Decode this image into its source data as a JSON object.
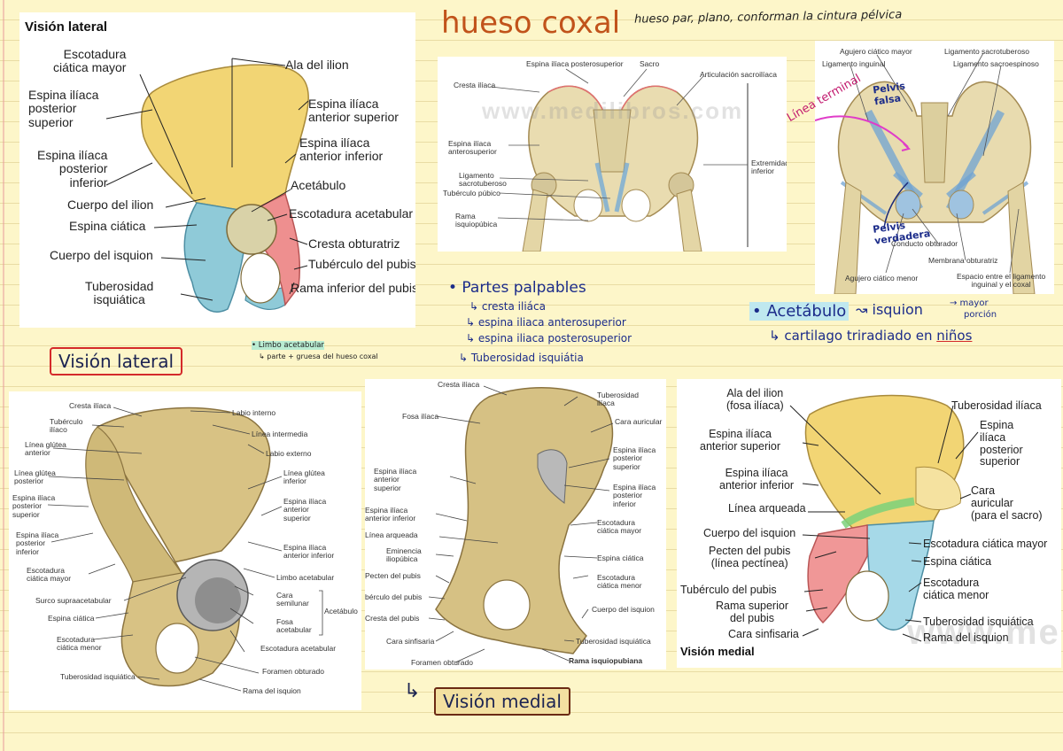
{
  "page": {
    "title": "hueso coxal",
    "subtitle_note": "hueso par, plano, conforman la cintura pélvica"
  },
  "notes": {
    "vision_lateral": "Visión lateral",
    "limbo_note_1": "• Limbo acetabular",
    "limbo_note_2": "↳ parte + gruesa del hueso coxal",
    "partes_title": "• Partes palpables",
    "partes_items": [
      "↳ cresta iliáca",
      "↳ espina iliaca anterosuperior",
      "↳ espina iliaca posterosuperior",
      "↳ Tuberosidad isquiátia"
    ],
    "acetabulo_title": "• Acetábulo",
    "acetabulo_arrow": "↝ isquion",
    "acetabulo_mayor": "→ mayor",
    "acetabulo_porcion": "porción",
    "acetabulo_line2_a": "↳ cartilago triradiado en ",
    "acetabulo_line2_b": "niños",
    "vision_medial": "Visión medial",
    "vision_medial_arrow": "↳",
    "linea_terminal": "Línea terminal",
    "pelvis_falsa": "Pelvis falsa",
    "pelvis_verdadera": "Pelvis verdadera"
  },
  "panel1": {
    "title": "Visión lateral",
    "labels": {
      "escotadura_mayor": "Escotadura\nciática mayor",
      "ala_ilion": "Ala del ilion",
      "eip_sup": "Espina ilíaca\nposterior\nsuperior",
      "eia_sup": "Espina ilíaca\nanterior superior",
      "eip_inf": "Espina ilíaca\nposterior\ninferior",
      "eia_inf": "Espina ilíaca\nanterior inferior",
      "acetabulo": "Acetábulo",
      "cuerpo_ilion": "Cuerpo del ilion",
      "escotadura_acet": "Escotadura acetabular",
      "espina_ciatica": "Espina ciática",
      "cresta_obt": "Cresta obturatriz",
      "cuerpo_isquion": "Cuerpo del isquion",
      "tuberculo_pubis": "Tubérculo del pubis",
      "tuberosidad": "Tuberosidad\nisquiática",
      "rama_inf": "Rama inferior del pubis"
    }
  },
  "panel2": {
    "watermark": "www.medilibros.com",
    "labels": {
      "eips": "Espina ilíaca posterosuperior",
      "sacro": "Sacro",
      "art_sacro": "Articulación sacroilíaca",
      "cresta": "Cresta ilíaca",
      "eias": "Espina ilíaca\nanterosuperior",
      "extremidad": "Extremidad\ninferior",
      "lig_sacro": "Ligamento\nsacrotuberoso",
      "tub_pubico": "Tubérculo púbico",
      "rama": "Rama\nisquiopúbica"
    }
  },
  "panel3": {
    "labels": {
      "agujero_mayor": "Agujero ciático mayor",
      "lig_sacrotub": "Ligamento sacrotuberoso",
      "lig_inguinal": "Ligamento inguinal",
      "lig_sacroesp": "Ligamento sacroespinoso",
      "conducto": "Conducto obturador",
      "membrana": "Membrana obturatriz",
      "agujero_menor": "Agujero ciático menor",
      "espacio": "Espacio entre el ligamento\ninguinal y el coxal"
    }
  },
  "panel4": {
    "labels": {
      "cresta": "Cresta ilíaca",
      "labio_int": "Labio interno",
      "tuberculo": "Tubérculo\nilíaco",
      "linea_int": "Línea intermedia",
      "glutea_ant": "Línea glútea\nanterior",
      "labio_ext": "Labio externo",
      "glutea_post": "Línea glútea\nposterior",
      "glutea_inf": "Línea glútea\ninferior",
      "eips": "Espina ilíaca\nposterior\nsuperior",
      "eias": "Espina ilíaca\nanterior\nsuperior",
      "eipi": "Espina ilíaca\nposterior\ninferior",
      "eiai": "Espina ilíaca\nanterior inferior",
      "esc_mayor": "Escotadura\nciática mayor",
      "limbo": "Limbo acetabular",
      "surco": "Surco supraacetabular",
      "cara_semi": "Cara\nsemilunar",
      "acetabulo": "Acetábulo",
      "espina": "Espina ciática",
      "fosa": "Fosa\nacetabular",
      "esc_menor": "Escotadura\nciática menor",
      "esc_acet": "Escotadura acetabular",
      "foramen": "Foramen obturado",
      "tuberosidad": "Tuberosidad isquiática",
      "rama": "Rama del isquion"
    }
  },
  "panel5": {
    "labels": {
      "cresta": "Cresta ilíaca",
      "tuberosidad_il": "Tuberosidad\nilíaca",
      "fosa": "Fosa ilíaca",
      "cara_aur": "Cara auricular",
      "eips": "Espina ilíaca\nposterior\nsuperior",
      "eias": "Espina ilíaca\nanterior\nsuperior",
      "eipi": "Espina ilíaca\nposterior\ninferior",
      "eiai": "Espina ilíaca\nanterior inferior",
      "arqueada": "Línea arqueada",
      "esc_mayor": "Escotadura\nciática mayor",
      "eminencia": "Eminencia\niliopúbica",
      "espina": "Espina ciática",
      "pecten": "Pecten del pubis",
      "esc_menor": "Escotadura\nciática menor",
      "tub_pubis": "bérculo del pubis",
      "cuerpo": "Cuerpo del isquion",
      "cresta_pubis": "Cresta del pubis",
      "sinfisaria": "Cara sinfisaria",
      "tuberosidad": "Tuberosidad isquiática",
      "foramen": "Foramen obturado",
      "rama": "Rama isquiopubiana"
    }
  },
  "panel6": {
    "title": "Visión medial",
    "watermark": "www.medi",
    "labels": {
      "ala": "Ala del ilion\n(fosa ilíaca)",
      "tuberosidad_il": "Tuberosidad ilíaca",
      "eias": "Espina ilíaca\nanterior superior",
      "eips": "Espina\nilíaca\nposterior\nsuperior",
      "eiai": "Espina ilíaca\nanterior inferior",
      "arqueada": "Línea arqueada",
      "cara_aur": "Cara\nauricular\n(para el sacro)",
      "cuerpo": "Cuerpo del isquion",
      "esc_mayor": "Escotadura ciática mayor",
      "pecten": "Pecten del pubis\n(línea pectínea)",
      "espina": "Espina ciática",
      "tub_pubis": "Tubérculo del pubis",
      "esc_menor": "Escotadura\nciática menor",
      "rama_sup": "Rama superior\ndel pubis",
      "tuberosidad": "Tuberosidad isquiática",
      "sinfisaria": "Cara sinfisaria",
      "rama_isq": "Rama del isquion"
    }
  }
}
